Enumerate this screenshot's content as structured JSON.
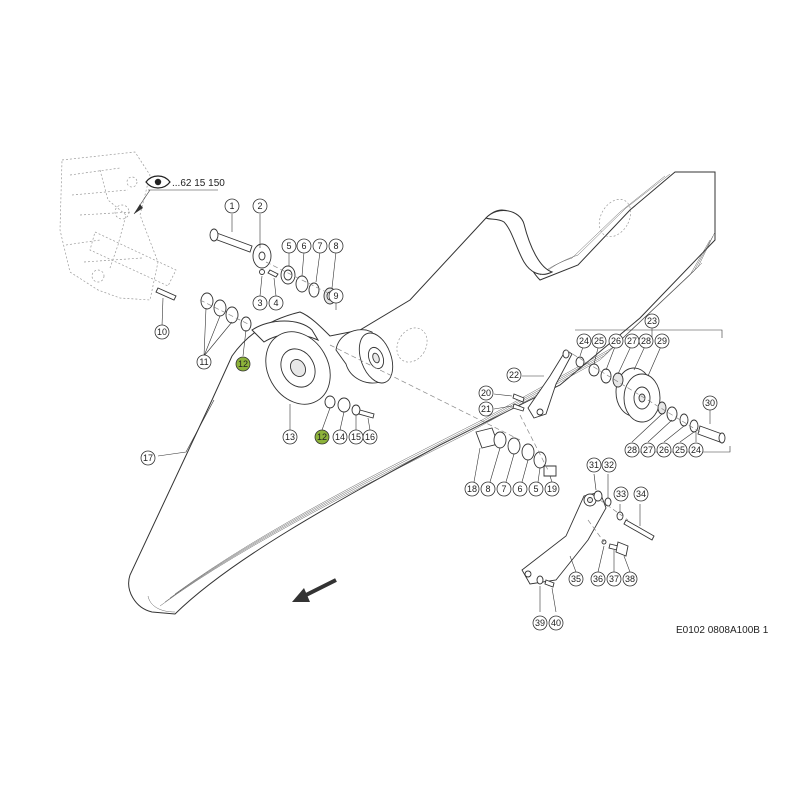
{
  "reference": {
    "text": "...62 15 150",
    "icon": "eye-icon"
  },
  "drawing_code": "E0102 0808A100B 1",
  "highlight_color": "#8db33a",
  "callouts": [
    {
      "label": "1"
    },
    {
      "label": "2"
    },
    {
      "label": "3"
    },
    {
      "label": "4"
    },
    {
      "label": "5"
    },
    {
      "label": "6"
    },
    {
      "label": "7"
    },
    {
      "label": "8"
    },
    {
      "label": "9"
    },
    {
      "label": "10"
    },
    {
      "label": "11"
    },
    {
      "label": "12",
      "highlighted": true
    },
    {
      "label": "13"
    },
    {
      "label": "12",
      "highlighted": true
    },
    {
      "label": "14"
    },
    {
      "label": "15"
    },
    {
      "label": "16"
    },
    {
      "label": "17"
    },
    {
      "label": "18"
    },
    {
      "label": "8"
    },
    {
      "label": "7"
    },
    {
      "label": "6"
    },
    {
      "label": "5"
    },
    {
      "label": "19"
    },
    {
      "label": "20"
    },
    {
      "label": "21"
    },
    {
      "label": "22"
    },
    {
      "label": "23"
    },
    {
      "label": "24"
    },
    {
      "label": "25"
    },
    {
      "label": "26"
    },
    {
      "label": "27"
    },
    {
      "label": "28"
    },
    {
      "label": "29"
    },
    {
      "label": "30"
    },
    {
      "label": "28"
    },
    {
      "label": "27"
    },
    {
      "label": "26"
    },
    {
      "label": "25"
    },
    {
      "label": "24"
    },
    {
      "label": "31"
    },
    {
      "label": "32"
    },
    {
      "label": "33"
    },
    {
      "label": "34"
    },
    {
      "label": "35"
    },
    {
      "label": "36"
    },
    {
      "label": "37"
    },
    {
      "label": "38"
    },
    {
      "label": "39"
    },
    {
      "label": "40"
    }
  ]
}
